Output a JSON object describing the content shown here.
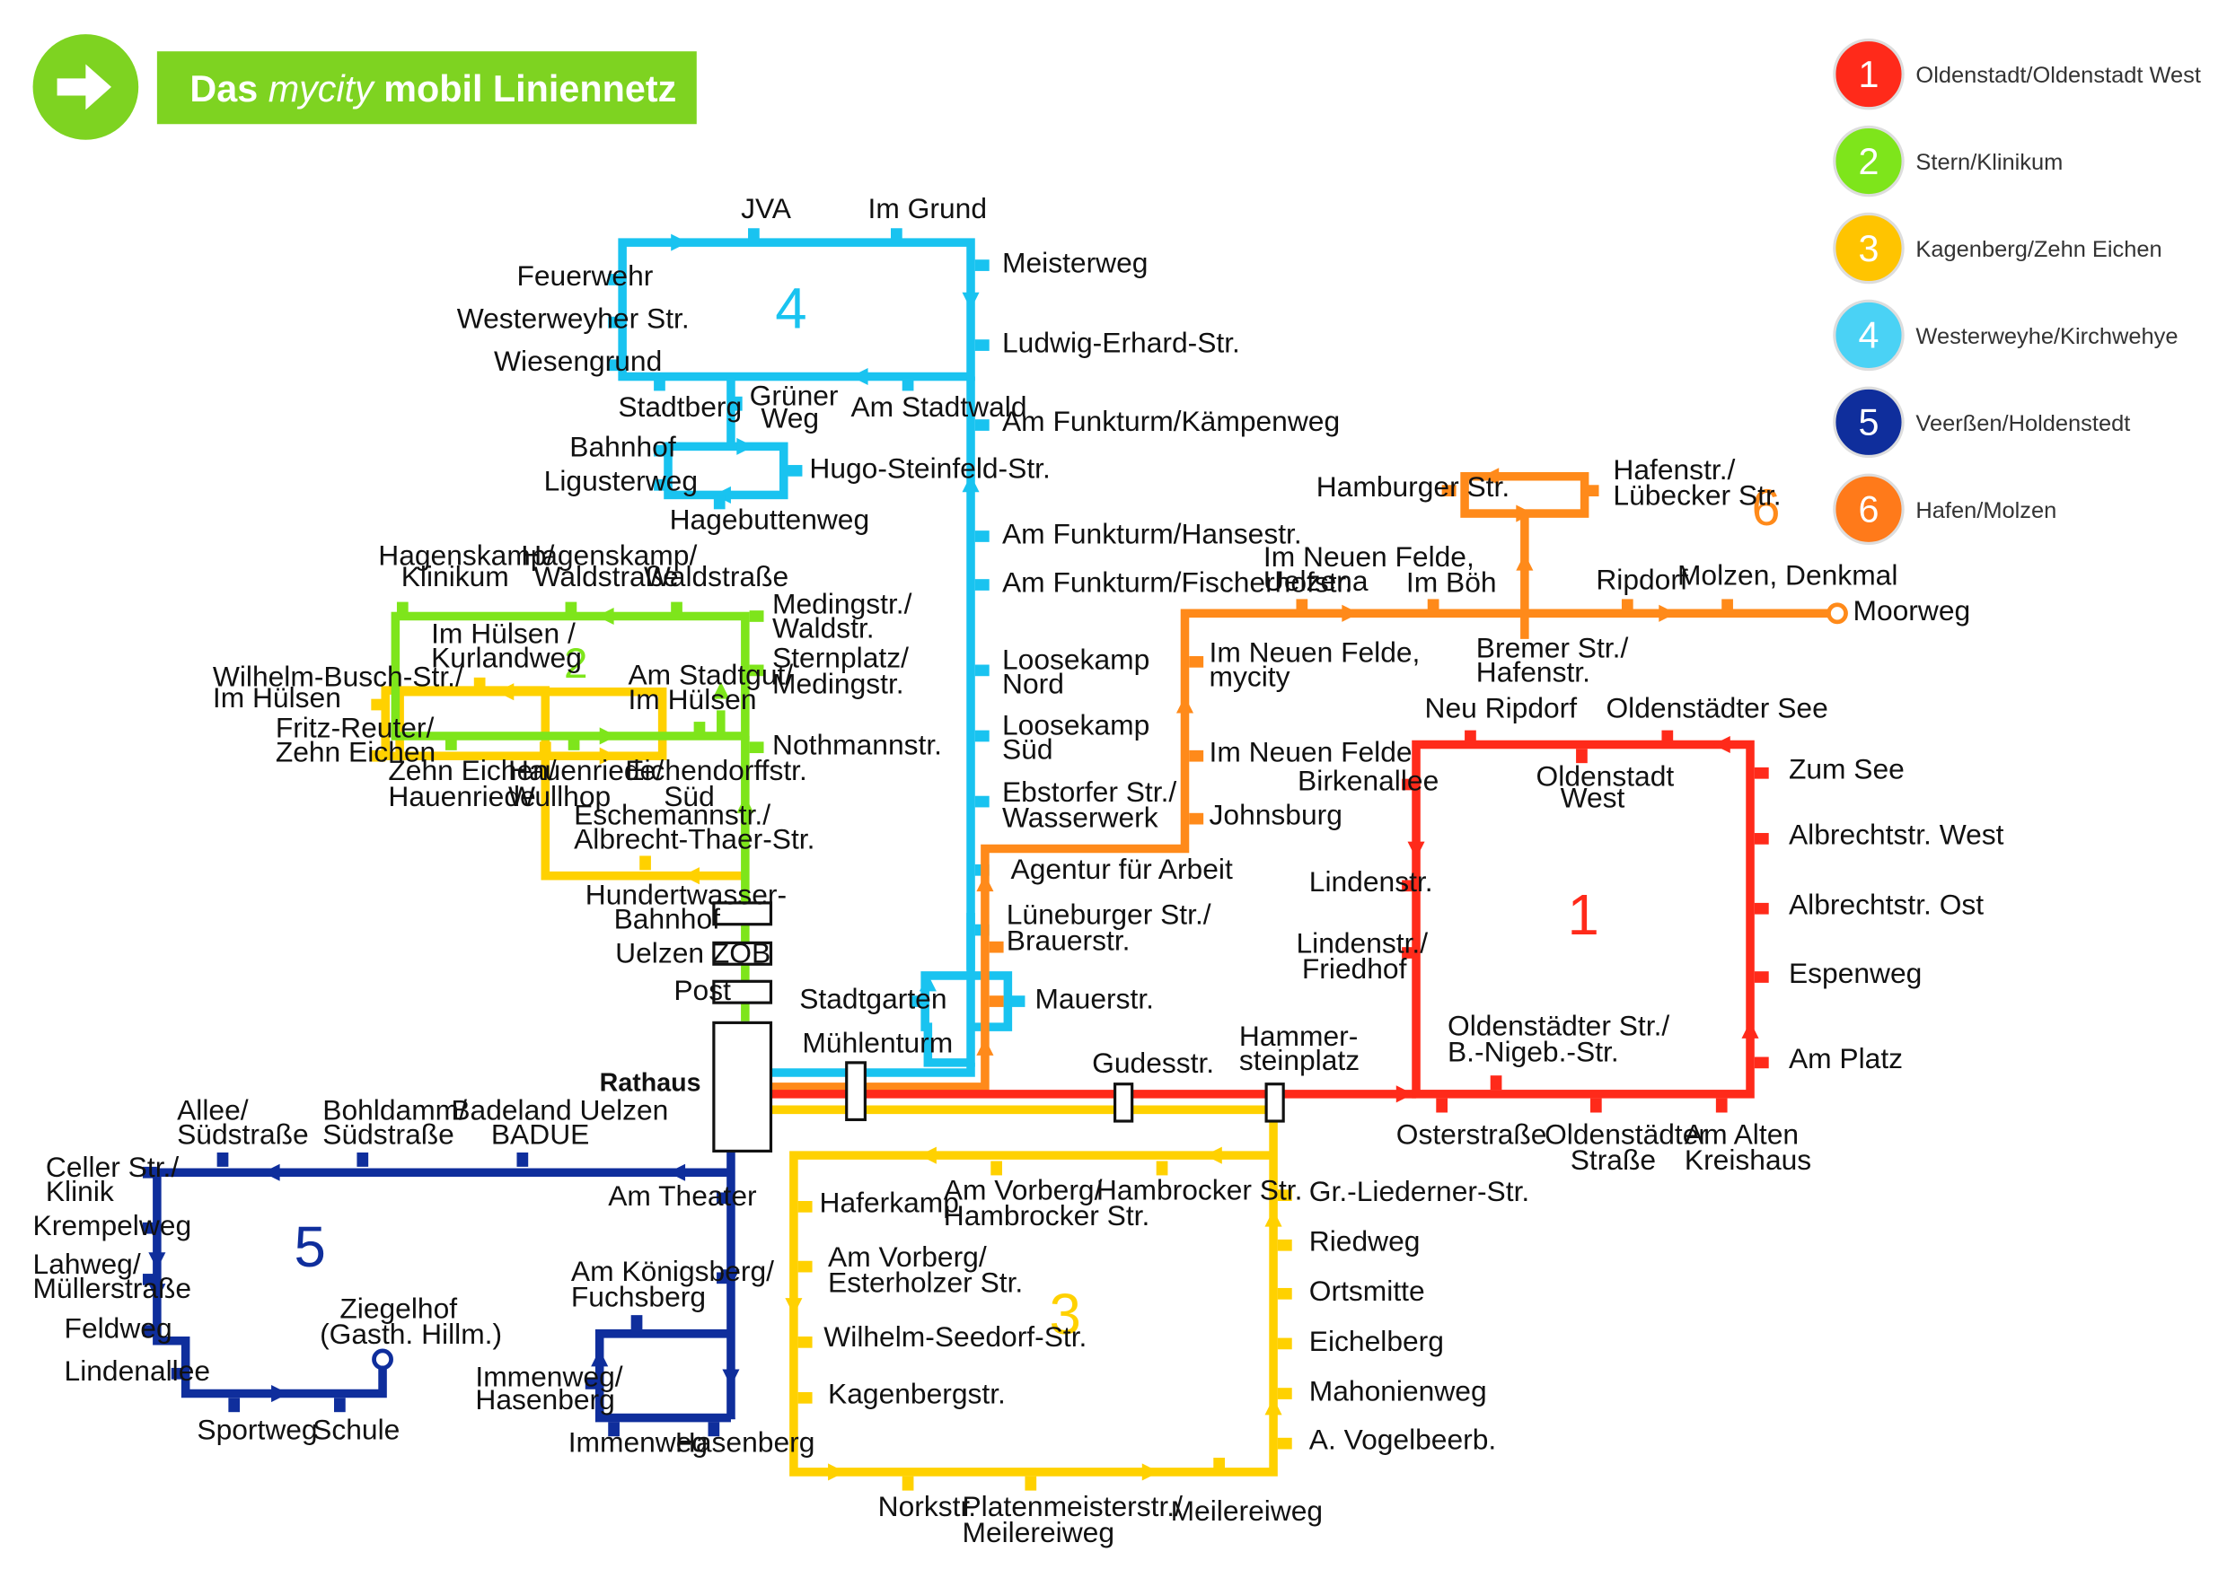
{
  "header": {
    "title_pre": "Das ",
    "title_italic": "mycity",
    "title_post": " mobil Liniennetz",
    "arrow_icon": "arrow-right-icon",
    "green": "#7ed321"
  },
  "colors": {
    "line1": "#ff2a1a",
    "line2": "#7ee51b",
    "line3": "#ffd100",
    "line4": "#19c3f0",
    "line5": "#0f2e9c",
    "line6": "#ff8a1a"
  },
  "legend": [
    {
      "num": "1",
      "label": "Oldenstadt/Oldenstadt West",
      "color": "#ff2a1a"
    },
    {
      "num": "2",
      "label": "Stern/Klinikum",
      "color": "#7ee51b"
    },
    {
      "num": "3",
      "label": "Kagenberg/Zehn Eichen",
      "color": "#ffc400"
    },
    {
      "num": "4",
      "label": "Westerweyhe/Kirchwehye",
      "color": "#4ad2f5"
    },
    {
      "num": "5",
      "label": "Veerßen/Holdenstedt",
      "color": "#0f2e9c"
    },
    {
      "num": "6",
      "label": "Hafen/Molzen",
      "color": "#ff7a1a"
    }
  ],
  "line_numbers": {
    "l1": "1",
    "l2": "2",
    "l3": "3",
    "l4": "4",
    "l5": "5",
    "l6": "6"
  },
  "hub": {
    "name": "Rathaus"
  },
  "stops": {
    "jva": "JVA",
    "im_grund": "Im Grund",
    "meisterweg": "Meisterweg",
    "feuerwehr": "Feuerwehr",
    "westerweyher": "Westerweyher Str.",
    "wiesengrund": "Wiesengrund",
    "ludwig": "Ludwig-Erhard-Str.",
    "stadtberg": "Stadtberg",
    "gruener1": "Grüner",
    "gruener2": "Weg",
    "am_stadtwald": "Am Stadtwald",
    "funkturm_kaemp": "Am Funkturm/Kämpenweg",
    "bahnhof": "Bahnhof",
    "ligusterweg": "Ligusterweg",
    "hugo": "Hugo-Steinfeld-Str.",
    "hagebutten": "Hagebuttenweg",
    "funkturm_hanse": "Am Funkturm/Hansestr.",
    "funkturm_fischer": "Am Funkturm/Fischerhofstr.",
    "loosekamp_n1": "Loosekamp",
    "loosekamp_n2": "Nord",
    "loosekamp_s1": "Loosekamp",
    "loosekamp_s2": "Süd",
    "ebstorfer1": "Ebstorfer Str./",
    "ebstorfer2": "Wasserwerk",
    "agentur": "Agentur für Arbeit",
    "lueneburger1": "Lüneburger Str./",
    "lueneburger2": "Brauerstr.",
    "mauerstr": "Mauerstr.",
    "stadtgarten": "Stadtgarten",
    "muehlenturm": "Mühlenturm",
    "hagenskamp_k1": "Hagenskamp/",
    "hagenskamp_k2": "Klinikum",
    "hagenskamp_w1": "Hagenskamp/",
    "hagenskamp_w2": "Waldstraße",
    "waldstrasse": "Waldstraße",
    "medingstr1": "Medingstr./",
    "medingstr2": "Waldstr.",
    "imhuelsen_k1": "Im Hülsen /",
    "imhuelsen_k2": "Kurlandweg",
    "sternplatz1": "Sternplatz/",
    "sternplatz2": "Medingstr.",
    "wilhelm_busch1": "Wilhelm-Busch-Str./",
    "wilhelm_busch2": "Im Hülsen",
    "am_stadtgut1": "Am Stadtgut/",
    "am_stadtgut2": "Im Hülsen",
    "fritz_reuter1": "Fritz-Reuter/",
    "fritz_reuter2": "Zehn Eichen",
    "nothmann": "Nothmannstr.",
    "zehn_eichen1": "Zehn Eichen/",
    "zehn_eichen2": "Hauenriede",
    "hauenriede1": "Hauenriede/",
    "hauenriede2": "Wullhop",
    "eichendorff1": "Eichendorffstr.",
    "eichendorff2": "Süd",
    "eschemann1": "Eschemannstr./",
    "eschemann2": "Albrecht-Thaer-Str.",
    "hundertwasser1": "Hundertwasser-",
    "hundertwasser2": "Bahnhof",
    "uelzen_zob": "Uelzen ZOB",
    "post": "Post",
    "hamburger": "Hamburger Str.",
    "hafenstr1": "Hafenstr./",
    "hafenstr2": "Lübecker Str.",
    "neue_felde_u1": "Im Neuen Felde,",
    "neue_felde_u2": "Uelzena",
    "im_boeh": "Im Böh",
    "ripdorf": "Ripdorf",
    "molzen": "Molzen, Denkmal",
    "moorweg": "Moorweg",
    "bremer1": "Bremer Str./",
    "bremer2": "Hafenstr.",
    "neue_felde_m1": "Im Neuen Felde,",
    "neue_felde_m2": "mycity",
    "neue_felde": "Im Neuen Felde",
    "johnsburg": "Johnsburg",
    "neu_ripdorf": "Neu Ripdorf",
    "oldenstaedter_see": "Oldenstädter See",
    "birkenallee": "Birkenallee",
    "oldenstadt_w1": "Oldenstadt",
    "oldenstadt_w2": "West",
    "zum_see": "Zum See",
    "albrecht_west": "Albrechtstr. West",
    "albrecht_ost": "Albrechtstr. Ost",
    "lindenstr": "Lindenstr.",
    "lindenstr_f1": "Lindenstr./",
    "lindenstr_f2": "Friedhof",
    "espenweg": "Espenweg",
    "am_platz": "Am Platz",
    "oldenstaedter_str1": "Oldenstädter Str./",
    "oldenstaedter_str2": "B.-Nigeb.-Str.",
    "osterstrasse": "Osterstraße",
    "oldenstaedter_strasse1": "Oldenstädter",
    "oldenstaedter_strasse2": "Straße",
    "alten_kreishaus1": "Am Alten",
    "alten_kreishaus2": "Kreishaus",
    "gudesstr": "Gudesstr.",
    "hammer1": "Hammer-",
    "hammer2": "steinplatz",
    "haferkamp": "Haferkamp",
    "vorberg_h1": "Am Vorberg/",
    "vorberg_h2": "Hambrocker Str.",
    "hambrocker": "Hambrocker Str.",
    "gr_liederner": "Gr.-Liederner-Str.",
    "vorberg_e1": "Am Vorberg/",
    "vorberg_e2": "Esterholzer Str.",
    "riedweg": "Riedweg",
    "ortsmitte": "Ortsmitte",
    "wilhelm_seedorf": "Wilhelm-Seedorf-Str.",
    "eichelberg": "Eichelberg",
    "kagenbergstr": "Kagenbergstr.",
    "mahonienweg": "Mahonienweg",
    "vogelbeerb": "A. Vogelbeerb.",
    "norkstr": "Norkstr.",
    "platenmeister1": "Platenmeisterstr./",
    "platenmeister2": "Meilereiweg",
    "meilereiweg": "Meilereiweg",
    "allee1": "Allee/",
    "allee2": "Südstraße",
    "bohldamm1": "Bohldamm/",
    "bohldamm2": "Südstraße",
    "badeland1": "Badeland Uelzen",
    "badeland2": "BADUE",
    "celler1": "Celler Str./",
    "celler2": "Klinik",
    "krempelweg": "Krempelweg",
    "lahweg1": "Lahweg/",
    "lahweg2": "Müllerstraße",
    "feldweg": "Feldweg",
    "lindenallee": "Lindenallee",
    "sportweg": "Sportweg",
    "schule": "Schule",
    "ziegelhof1": "Ziegelhof",
    "ziegelhof2": "(Gasth. Hillm.)",
    "am_theater": "Am Theater",
    "koenigsberg1": "Am Königsberg/",
    "koenigsberg2": "Fuchsberg",
    "immenweg_h1": "Immenweg/",
    "immenweg_h2": "Hasenberg",
    "immenweg": "Immenweg",
    "hasenberg": "Hasenberg"
  }
}
